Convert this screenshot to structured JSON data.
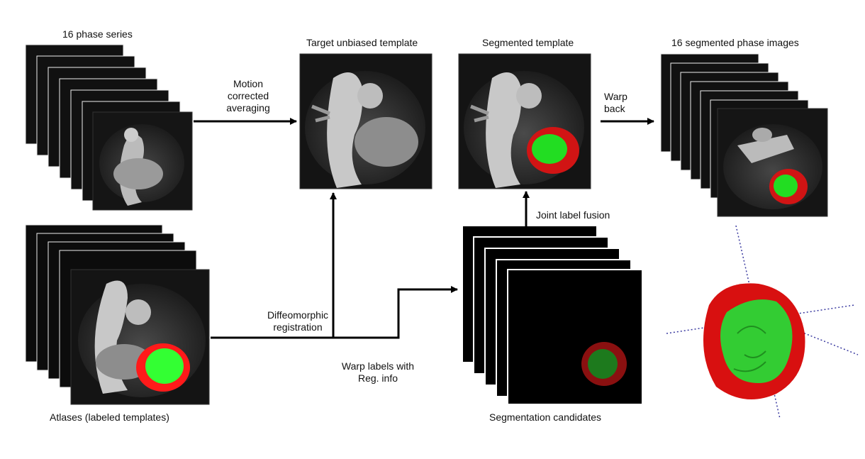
{
  "labels": {
    "phase_series": "16 phase series",
    "motion": [
      "Motion",
      "corrected",
      "averaging"
    ],
    "target_template": "Target unbiased template",
    "segmented_template": "Segmented template",
    "warp_back": [
      "Warp",
      "back"
    ],
    "segmented_phases": "16 segmented phase images",
    "joint_label_fusion": "Joint label fusion",
    "diffeo": [
      "Diffeomorphic",
      "registration"
    ],
    "warp_labels": [
      "Warp labels with",
      "Reg. info"
    ],
    "atlases": "Atlases (labeled templates)",
    "seg_candidates": "Segmentation candidates"
  },
  "colors": {
    "myocardium": "#d11414",
    "blood_pool": "#22dd22",
    "candidate_outer": "#8a1010",
    "candidate_inner": "#1d7a1d",
    "axis_dots": "#3a3aa0"
  }
}
